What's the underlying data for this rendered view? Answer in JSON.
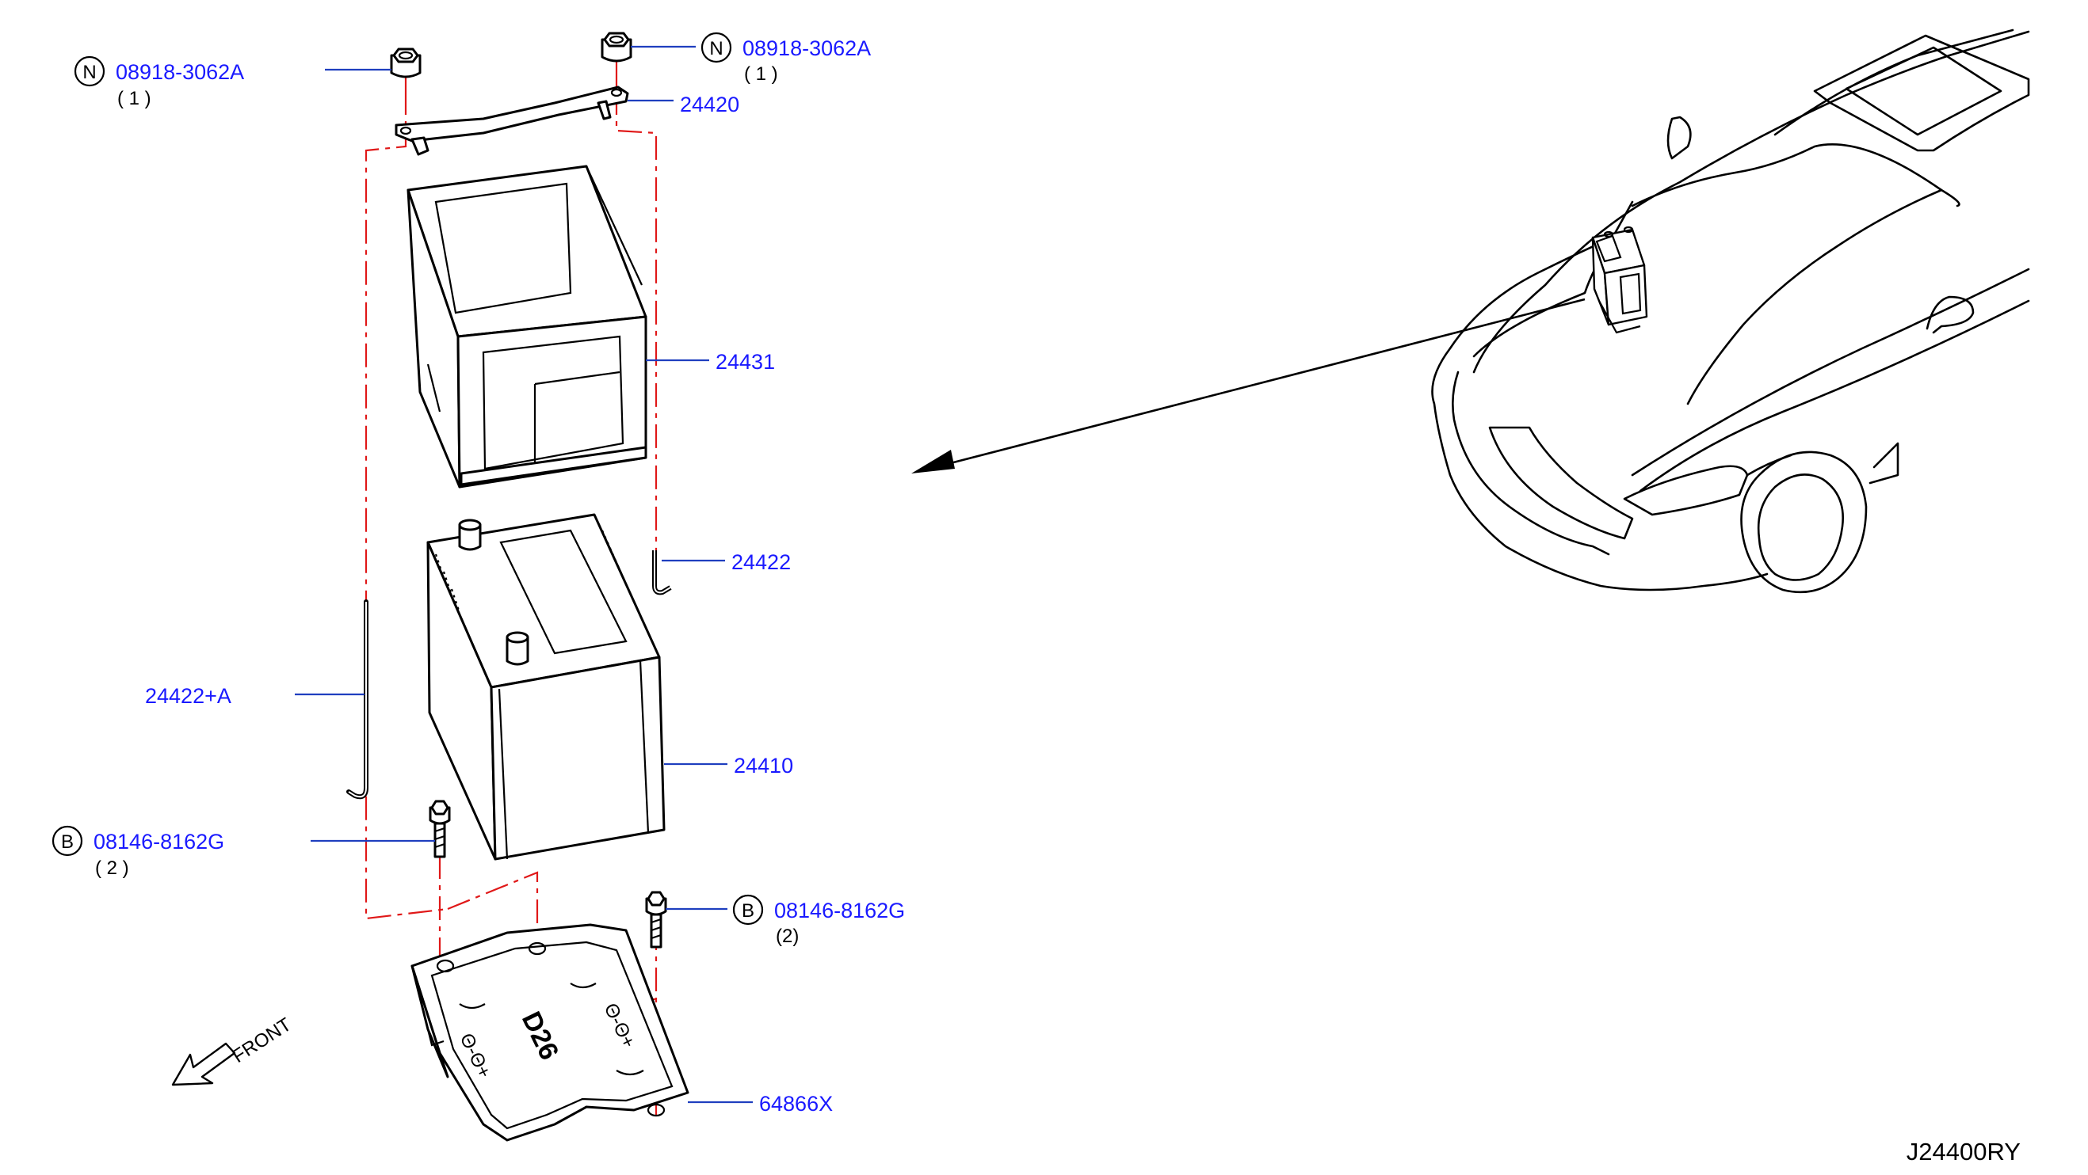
{
  "diagram_code": "J24400RY",
  "front_label": "FRONT",
  "plate_stamp": "D26",
  "callouts": [
    {
      "id": "nut-left",
      "badge": "N",
      "part": "08918-3062A",
      "qty": "( 1 )"
    },
    {
      "id": "nut-right",
      "badge": "N",
      "part": "08918-3062A",
      "qty": "( 1 )"
    },
    {
      "id": "frame",
      "part": "24420"
    },
    {
      "id": "cover",
      "part": "24431"
    },
    {
      "id": "rod-short",
      "part": "24422"
    },
    {
      "id": "rod-long",
      "part": "24422+A"
    },
    {
      "id": "battery",
      "part": "24410"
    },
    {
      "id": "bolt-left",
      "badge": "B",
      "part": "08146-8162G",
      "qty": "( 2 )"
    },
    {
      "id": "bolt-right",
      "badge": "B",
      "part": "08146-8162G",
      "qty": "(2)"
    },
    {
      "id": "tray",
      "part": "64866X"
    }
  ],
  "colors": {
    "label_text": "#1a1aff",
    "leader_line": "#1f3fbf",
    "centerline": "#e01818",
    "drawing": "#000000"
  }
}
